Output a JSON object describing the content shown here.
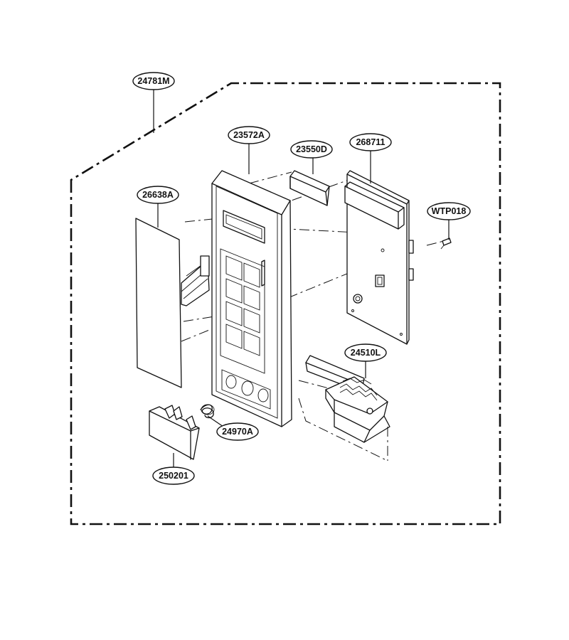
{
  "callouts": {
    "assembly": "24781M",
    "control_frame": "23572A",
    "display_window": "23550D",
    "pcb": "268711",
    "membrane_panel": "26638A",
    "screw": "WTP018",
    "door_lever": "24510L",
    "spring": "24970A",
    "push_button": "250201"
  }
}
